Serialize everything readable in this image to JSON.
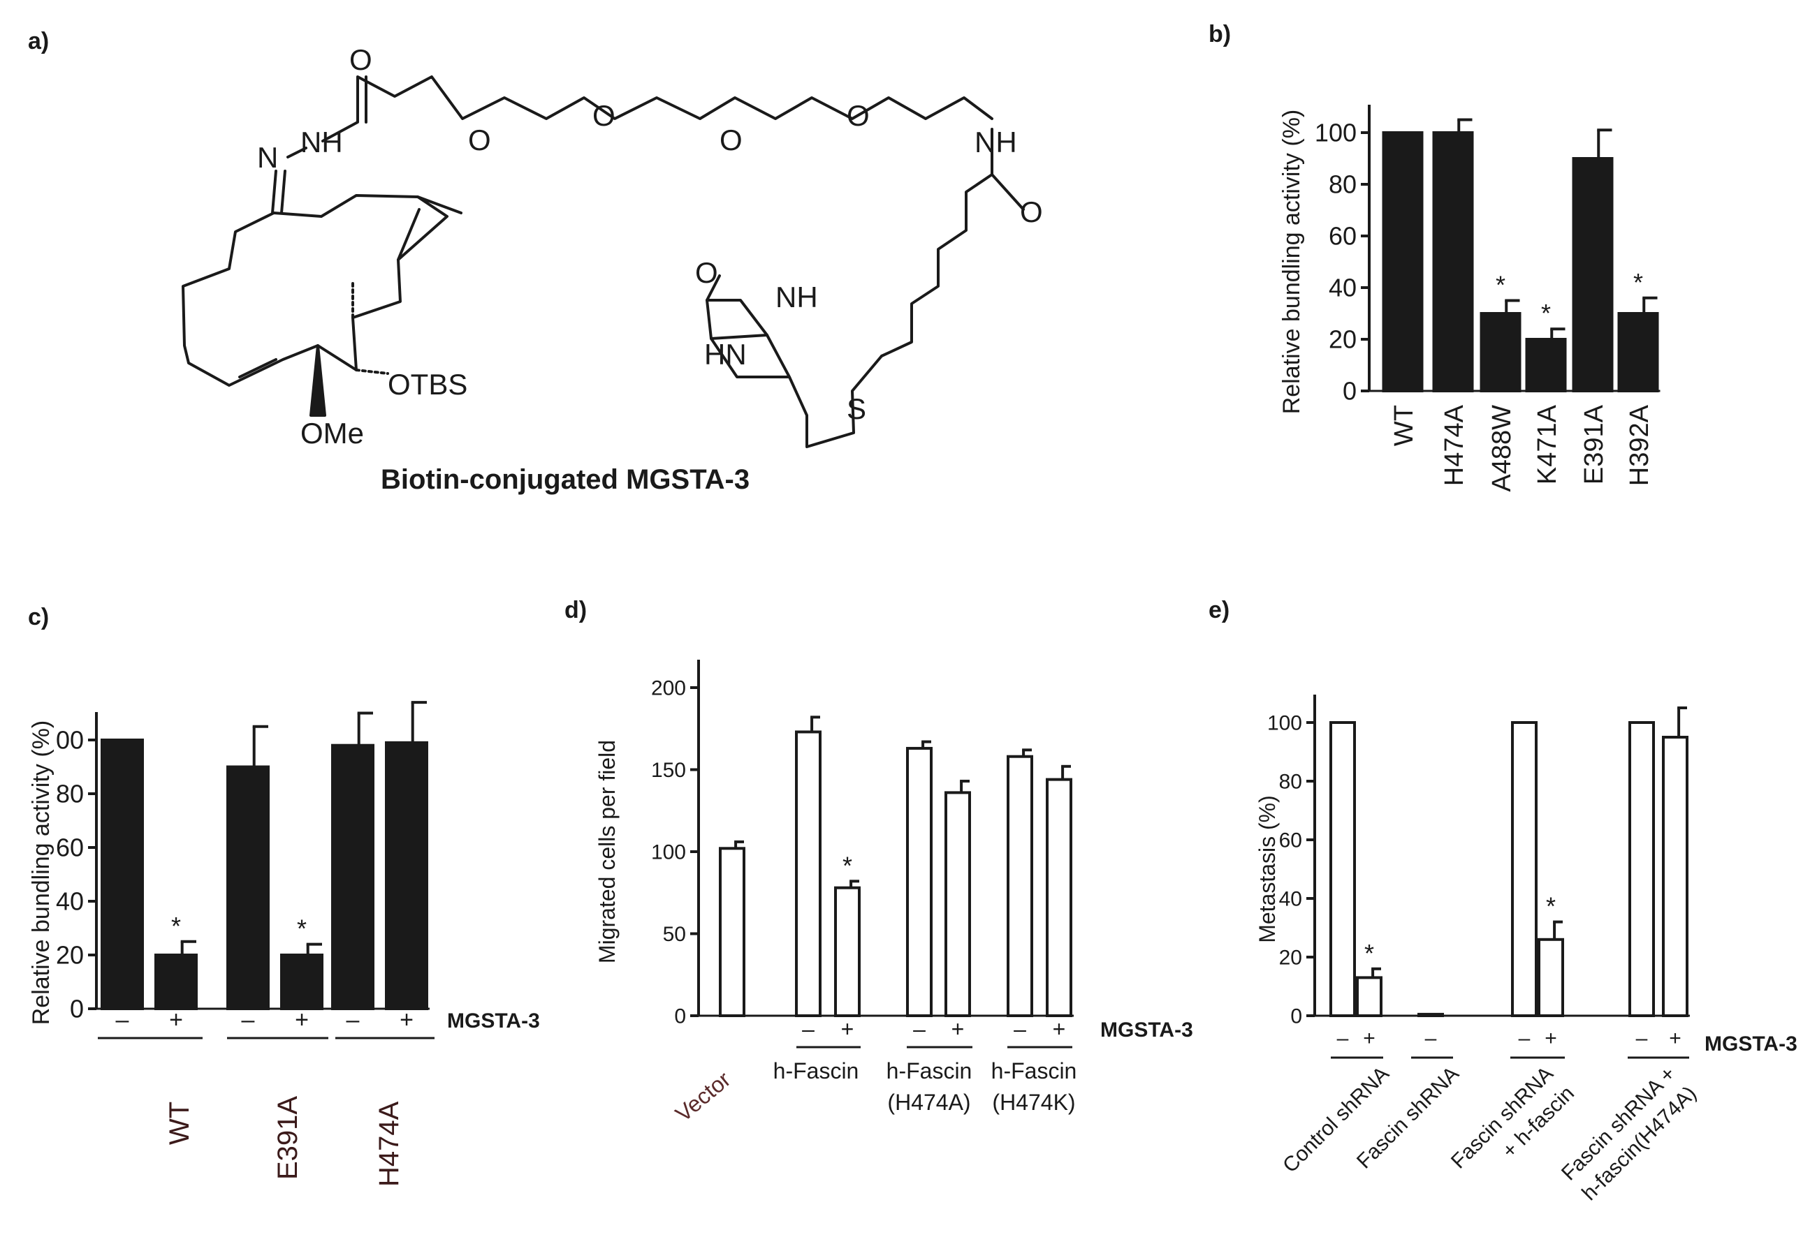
{
  "panels": {
    "a": {
      "label": "a)",
      "caption": "Biotin-conjugated MGSTA-3"
    },
    "b": {
      "label": "b)"
    },
    "c": {
      "label": "c)"
    },
    "d": {
      "label": "d)"
    },
    "e": {
      "label": "e)"
    }
  },
  "structure_labels": {
    "o_carbonyl": "O",
    "n_imine": "N",
    "nh_hydrazone": "NH",
    "o_ether_1": "O",
    "o_ether_2": "O",
    "o_ether_3": "O",
    "o_ether_4": "O",
    "nh_amide": "NH",
    "o_amide": "O",
    "otbs": "OTBS",
    "ome": "OMe",
    "o_urea": "O",
    "nh_urea": "NH",
    "hn_urea": "HN",
    "s_ring": "S"
  },
  "legend_text": {
    "treatment": "MGSTA-3",
    "minus": "–",
    "plus": "+",
    "sig_marker": "*"
  },
  "group_labels": {
    "c": [
      "WT",
      "E391A",
      "H474A"
    ],
    "d": [
      "Vector",
      "h-Fascin",
      "h-Fascin",
      "(H474A)",
      "h-Fascin",
      "(H474K)"
    ],
    "e": [
      "Control shRNA",
      "Fascin shRNA",
      "Fascin shRNA",
      "+ h-fascin",
      "Fascin shRNA +",
      "h-fascin(H474A)"
    ]
  },
  "colors": {
    "filled_bar": "#1a1a1a",
    "open_bar": "#ffffff",
    "ink": "#1a1a1a",
    "group_label_c": "#6b2a2a"
  },
  "chart_data": [
    {
      "panel": "b",
      "type": "bar",
      "categories": [
        "WT",
        "H474A",
        "A488W",
        "K471A",
        "E391A",
        "H392A"
      ],
      "values": [
        100,
        100,
        30,
        20,
        90,
        30
      ],
      "errors": [
        0,
        5,
        5,
        4,
        11,
        6
      ],
      "significant": [
        false,
        false,
        true,
        true,
        false,
        true
      ],
      "ylabel": "Relative bundling activity (%)",
      "ylim": [
        0,
        100
      ],
      "yticks": [
        0,
        20,
        40,
        60,
        80,
        100
      ],
      "fill": "filled"
    },
    {
      "panel": "c",
      "type": "bar",
      "categories": [
        "WT –",
        "WT +",
        "E391A –",
        "E391A +",
        "H474A –",
        "H474A +"
      ],
      "values": [
        100,
        20,
        90,
        20,
        98,
        99
      ],
      "errors": [
        0,
        5,
        15,
        4,
        12,
        15
      ],
      "significant": [
        false,
        true,
        false,
        true,
        false,
        false
      ],
      "ylabel": "Relative bundling activity (%)",
      "ylim": [
        0,
        100
      ],
      "yticks": [
        0,
        20,
        40,
        60,
        80,
        100
      ],
      "ytick_labels": [
        "0",
        "20",
        "40",
        "60",
        "80",
        "00"
      ],
      "fill": "filled"
    },
    {
      "panel": "d",
      "type": "bar",
      "categories": [
        "Vector",
        "h-Fascin –",
        "h-Fascin +",
        "h-Fascin (H474A) –",
        "h-Fascin (H474A) +",
        "h-Fascin (H474K) –",
        "h-Fascin (H474K) +"
      ],
      "values": [
        102,
        173,
        78,
        163,
        136,
        158,
        144
      ],
      "errors": [
        4,
        9,
        4,
        4,
        7,
        4,
        8
      ],
      "significant": [
        false,
        false,
        true,
        false,
        false,
        false,
        false
      ],
      "ylabel": "Migrated cells per field",
      "ylim": [
        0,
        200
      ],
      "yticks": [
        0,
        50,
        100,
        150,
        200
      ],
      "fill": "open"
    },
    {
      "panel": "e",
      "type": "bar",
      "categories": [
        "Control shRNA –",
        "Control shRNA +",
        "Fascin shRNA",
        "Fascin shRNA + h-fascin –",
        "Fascin shRNA + h-fascin +",
        "Fascin shRNA + h-fascin(H474A) –",
        "Fascin shRNA + h-fascin(H474A) +"
      ],
      "values": [
        100,
        13,
        0.5,
        100,
        26,
        100,
        95
      ],
      "errors": [
        0,
        3,
        0,
        0,
        6,
        0,
        10
      ],
      "significant": [
        false,
        true,
        false,
        false,
        true,
        false,
        false
      ],
      "ylabel": "Metastasis (%)",
      "ylim": [
        0,
        100
      ],
      "yticks": [
        0,
        20,
        40,
        60,
        80,
        100
      ],
      "fill": "open"
    }
  ]
}
